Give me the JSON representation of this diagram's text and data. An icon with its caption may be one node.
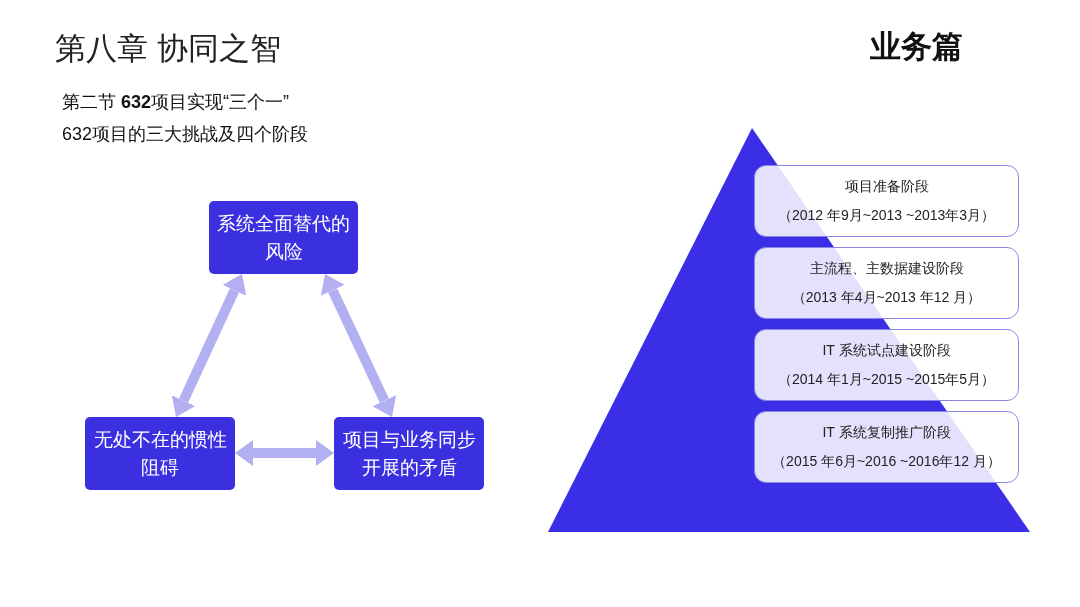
{
  "diagram": {
    "title": "第八章 协同之智",
    "nodes": [
      {
        "text": [
          "系统全面替代的风险"
        ]
      },
      {
        "text": [
          "无处不在的惯性阻碍"
        ]
      },
      {
        "text": [
          "项目与业务同步开展的矛盾"
        ]
      },
      {
        "text": [
          "项目准备阶段",
          "（2012 年9月~2013 ~2013年3月）"
        ]
      },
      {
        "text": [
          "主流程、主数据建设阶段",
          "（2013 年4月~2013 年12 月）"
        ]
      },
      {
        "text": [
          "IT 系统试点建设阶段",
          "（2014 年1月~2015 ~2015年5月）"
        ]
      },
      {
        "text": [
          "IT 系统复制推广阶段",
          "（2015 年6月~2016 ~2016年12 月）"
        ]
      }
    ],
    "edges": [
      {
        "from": 0,
        "to": 1,
        "arrow": "both"
      },
      {
        "from": 0,
        "to": 2,
        "arrow": "both"
      },
      {
        "from": 1,
        "to": 2,
        "arrow": "both"
      }
    ],
    "labels": [
      "业务篇",
      "第二节  **632**项目实现“三个一”",
      "632项目的三大挑战及四个阶段"
    ]
  }
}
